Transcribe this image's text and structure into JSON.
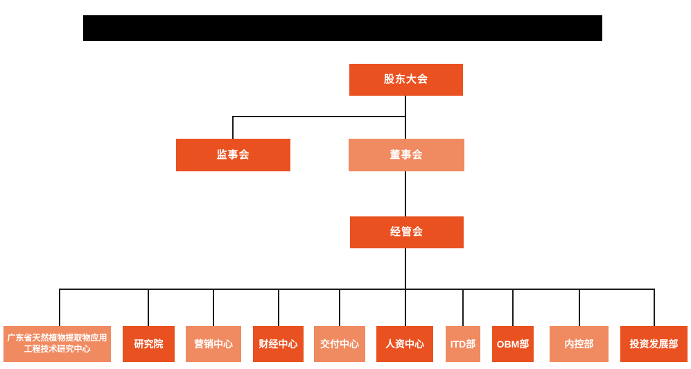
{
  "colors": {
    "primary": "#EA5120",
    "secondary": "#F08A60",
    "line": "#1A1A1A",
    "titlebar": "#000000",
    "node_text": "#FFFFFF",
    "background": "#FFFFFF"
  },
  "chart_data": {
    "type": "org-chart",
    "title": "",
    "hierarchy": {
      "root": "股东大会",
      "children_of_root": [
        "监事会",
        "董事会"
      ],
      "child_of_board": "经管会",
      "children_of_management": [
        "广东省天然植物提取物应用工程技术研究中心",
        "研究院",
        "营销中心",
        "财经中心",
        "交付中心",
        "人资中心",
        "ITD部",
        "OBM部",
        "内控部",
        "投资发展部"
      ]
    }
  },
  "nodes": {
    "shareholders": {
      "label": "股东大会",
      "tone": "primary"
    },
    "supervisors": {
      "label": "监事会",
      "tone": "primary"
    },
    "board": {
      "label": "董事会",
      "tone": "secondary"
    },
    "management": {
      "label": "经管会",
      "tone": "primary"
    },
    "departments": [
      {
        "label": "广东省天然植物提取物应用工程技术研究中心",
        "tone": "secondary"
      },
      {
        "label": "研究院",
        "tone": "primary"
      },
      {
        "label": "营销中心",
        "tone": "secondary"
      },
      {
        "label": "财经中心",
        "tone": "primary"
      },
      {
        "label": "交付中心",
        "tone": "secondary"
      },
      {
        "label": "人资中心",
        "tone": "primary"
      },
      {
        "label": "ITD部",
        "tone": "secondary"
      },
      {
        "label": "OBM部",
        "tone": "primary"
      },
      {
        "label": "内控部",
        "tone": "secondary"
      },
      {
        "label": "投资发展部",
        "tone": "primary"
      }
    ]
  }
}
